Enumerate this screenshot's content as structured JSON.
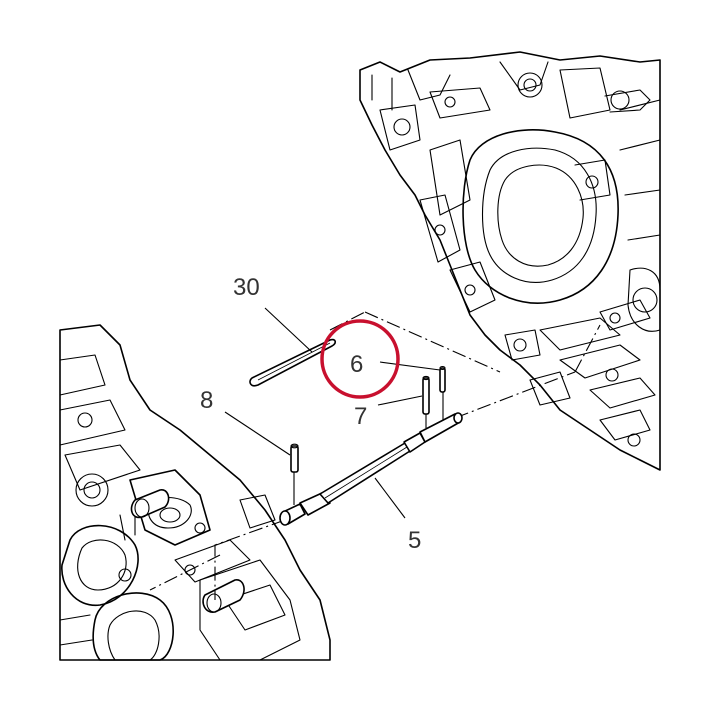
{
  "callouts": [
    {
      "id": "30",
      "label": "30"
    },
    {
      "id": "6",
      "label": "6"
    },
    {
      "id": "8",
      "label": "8"
    },
    {
      "id": "7",
      "label": "7"
    },
    {
      "id": "5",
      "label": "5"
    }
  ],
  "highlight": {
    "target": "6",
    "color": "#c8102e"
  }
}
